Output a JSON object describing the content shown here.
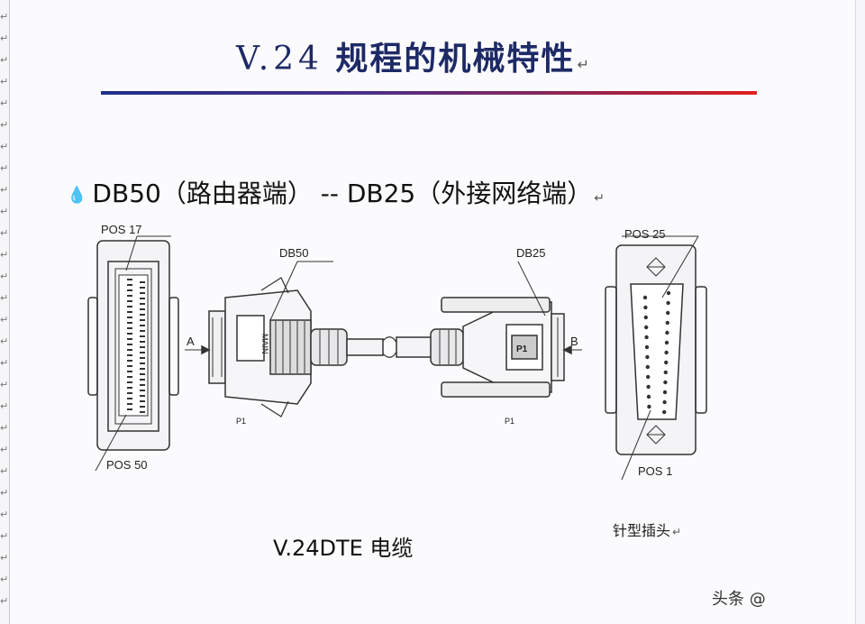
{
  "title": {
    "latin": "V.24",
    "cjk": "规程的机械特性",
    "para_mark": "↵"
  },
  "subtitle": {
    "bullet": "💧",
    "text": "DB50（路由器端） -- DB25（外接网络端）",
    "para_mark": "↵"
  },
  "diagram": {
    "db50_face": {
      "top_label": "POS 17",
      "bottom_label": "POS 50"
    },
    "cable": {
      "left_connector_label": "DB50",
      "right_connector_label": "DB25",
      "left_end_label": "A",
      "right_end_label": "B",
      "left_small_label": "P1",
      "right_small_label": "P1",
      "left_body_text": "MAIN",
      "right_body_text": "P1"
    },
    "db25_face": {
      "top_label": "POS 25",
      "bottom_label": "POS 1"
    }
  },
  "captions": {
    "cable_caption": "V.24DTE 电缆",
    "plug_caption": "针型插头",
    "plug_para_mark": "↵"
  },
  "watermark": "头条 @",
  "colors": {
    "title": "#1e2a66",
    "rule_start": "#1f2f8a",
    "rule_end": "#e02020",
    "bullet": "#2f55c4"
  }
}
